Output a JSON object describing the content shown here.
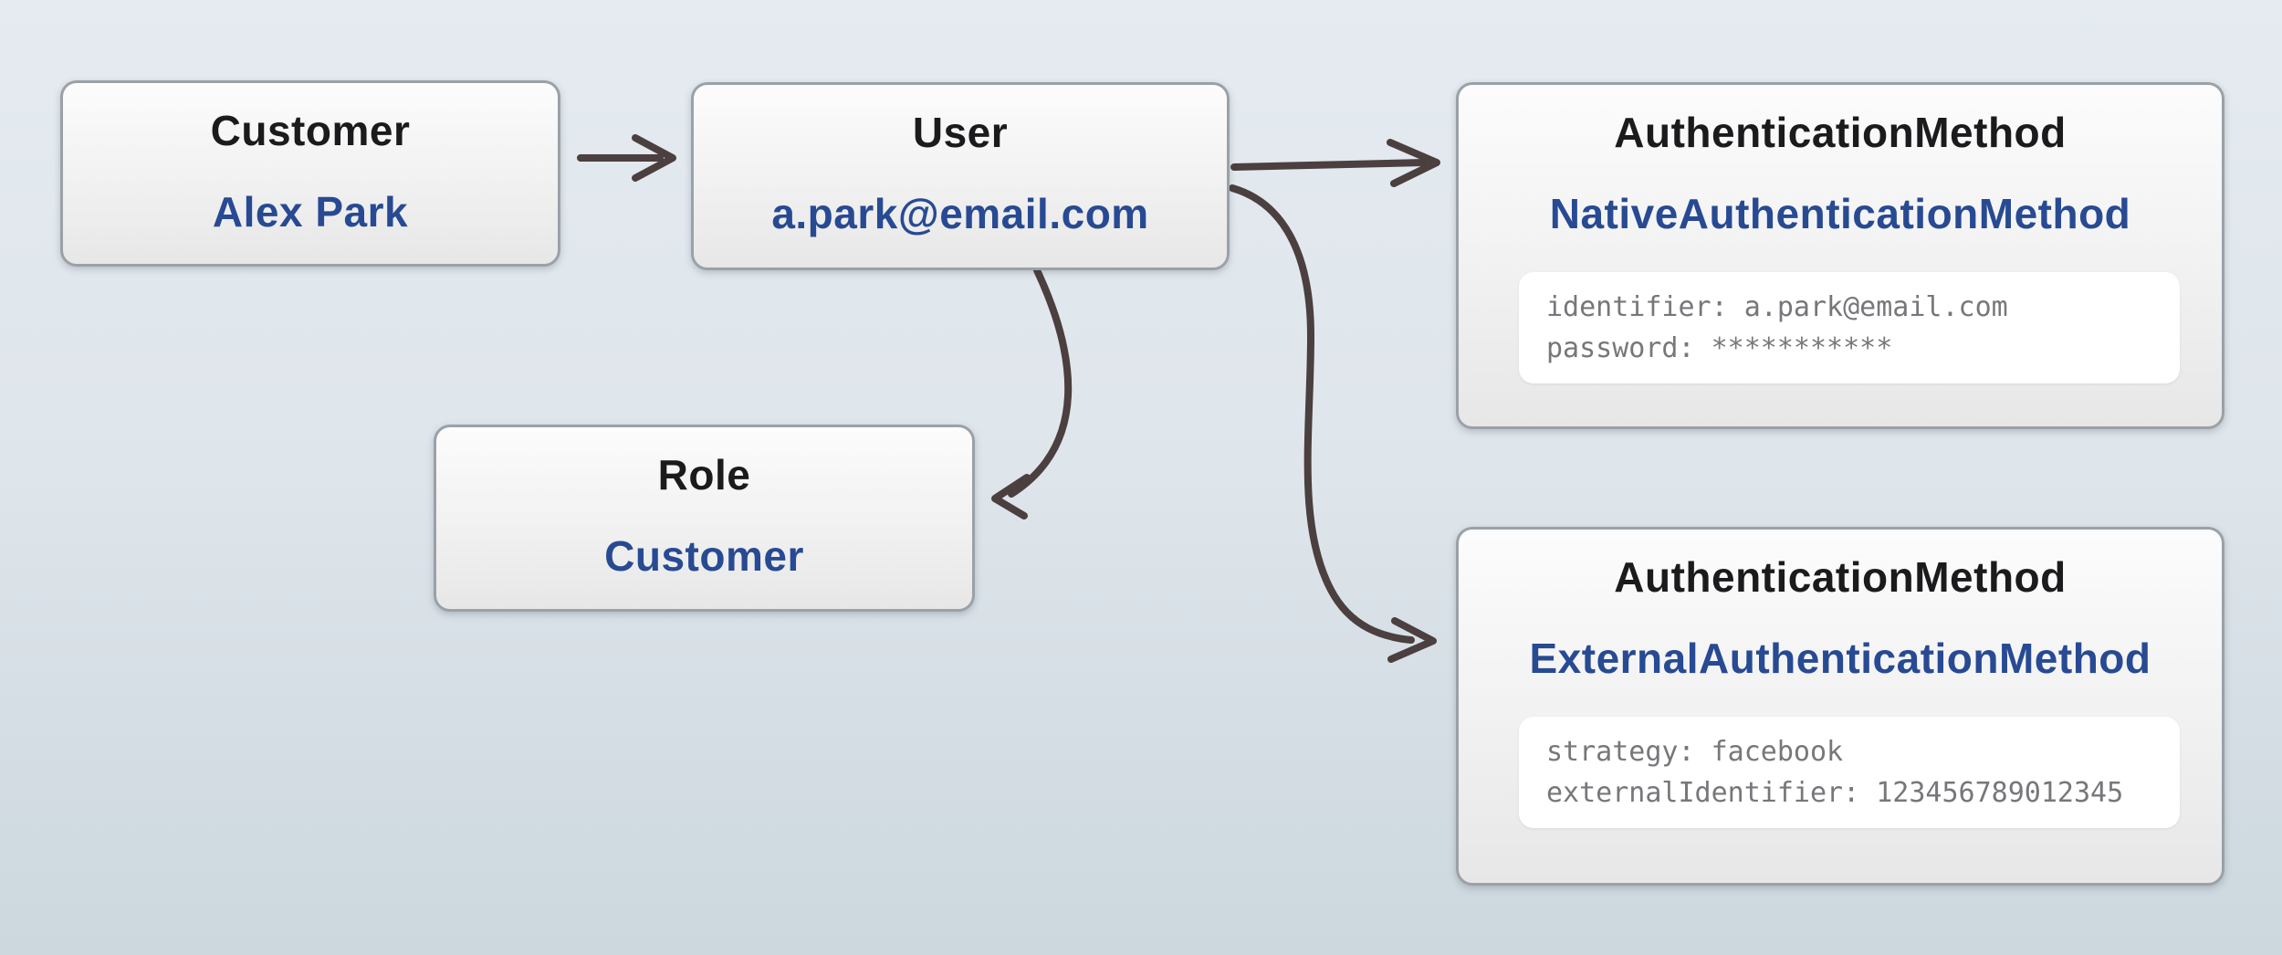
{
  "colors": {
    "background_top": "#e5ebf0",
    "background_bottom": "#ccd7de",
    "box_border": "#9aa1a7",
    "box_top": "#fcfcfc",
    "box_bottom": "#e7e7e7",
    "panel_bg": "#ffffff",
    "title_text": "#1b1b1d",
    "value_text": "#274a93",
    "attr_text": "#77777b",
    "arrow": "#4b3f3f"
  },
  "nodes": {
    "customer": {
      "title": "Customer",
      "value": "Alex Park"
    },
    "user": {
      "title": "User",
      "value": "a.park@email.com"
    },
    "auth_native": {
      "title": "AuthenticationMethod",
      "value": "NativeAuthenticationMethod",
      "attributes": [
        "identifier: a.park@email.com",
        "password: ***********"
      ]
    },
    "role": {
      "title": "Role",
      "value": "Customer"
    },
    "auth_external": {
      "title": "AuthenticationMethod",
      "value": "ExternalAuthenticationMethod",
      "attributes": [
        "strategy: facebook",
        "externalIdentifier: 123456789012345"
      ]
    }
  },
  "edges": [
    {
      "from": "Customer (Alex Park)",
      "to": "User (a.park@email.com)"
    },
    {
      "from": "User (a.park@email.com)",
      "to": "AuthenticationMethod (NativeAuthenticationMethod)"
    },
    {
      "from": "User (a.park@email.com)",
      "to": "Role (Customer)"
    },
    {
      "from": "User (a.park@email.com)",
      "to": "AuthenticationMethod (ExternalAuthenticationMethod)"
    }
  ]
}
